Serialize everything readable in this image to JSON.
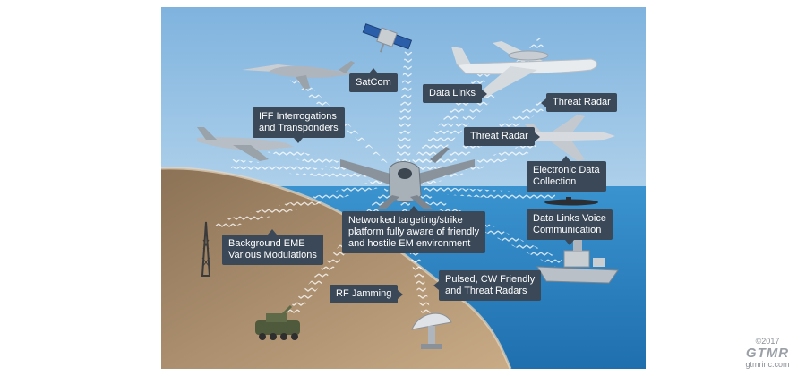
{
  "callouts": {
    "satcom": "SatCom",
    "data_links": "Data Links",
    "threat_radar_top": "Threat Radar",
    "iff": "IFF Interrogations\nand Transponders",
    "threat_radar_mid": "Threat Radar",
    "electronic_data": "Electronic Data\nCollection",
    "data_links_voice": "Data Links Voice\nCommunication",
    "networked": "Networked targeting/strike\nplatform fully aware of friendly\nand hostile EM environment",
    "background_eme": "Background EME\nVarious Modulations",
    "pulsed_cw": "Pulsed, CW Friendly\nand Threat Radars",
    "rf_jamming": "RF Jamming"
  },
  "credit": {
    "copyright": "©2017",
    "logo": "GTMR",
    "url": "gtmrinc.com"
  },
  "colors": {
    "sky_top": "#7fb3de",
    "sky_bottom": "#d9ecf6",
    "sea": "#2f86c4",
    "land": "#a98a6a",
    "callout_bg": "#3a4858",
    "signal": "#e8f2fa"
  }
}
